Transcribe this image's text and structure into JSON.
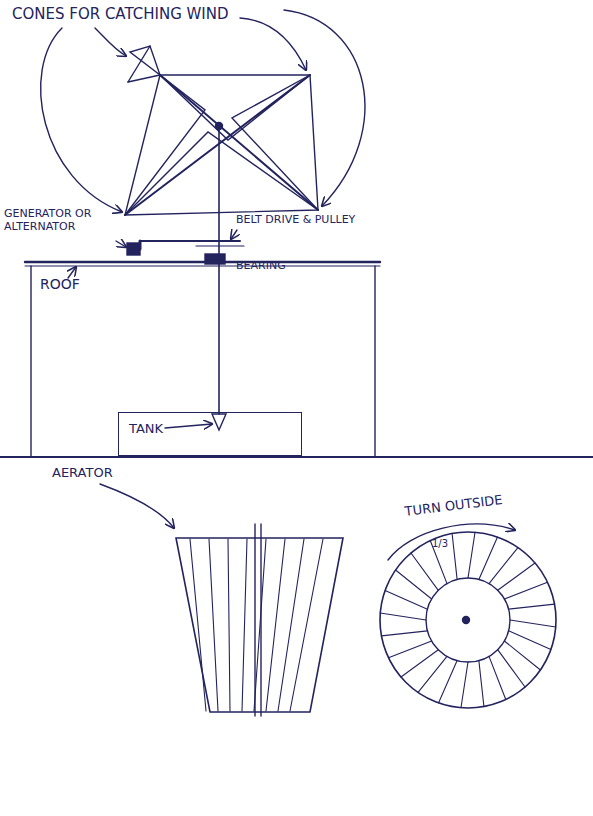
{
  "diagram": {
    "nodes": [
      {
        "text": [
          "TANK"
        ]
      }
    ],
    "labels": [
      "CONES FOR CATCHING WIND",
      "GENERATOR OR ALTERNATOR",
      "BELT DRIVE & PULLEY",
      "ROOF",
      "BEARING",
      "AERATOR",
      "TURN OUTSIDE",
      "1/3"
    ]
  }
}
